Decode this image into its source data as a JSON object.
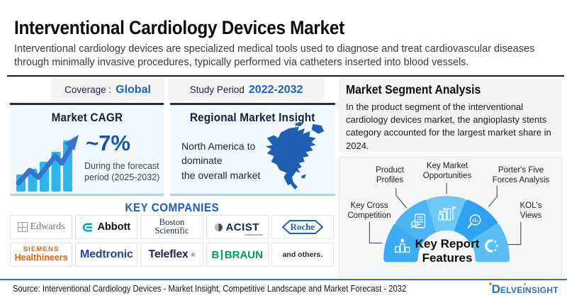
{
  "header": {
    "title": "Interventional Cardiology Devices Market",
    "subtitle": "Interventional cardiology devices are specialized medical tools used to diagnose and treat cardiovascular diseases through minimally invasive procedures, typically performed via catheters inserted into blood vessels."
  },
  "meta": {
    "coverage_label": "Coverage :",
    "coverage_value": "Global",
    "study_label": "Study Period",
    "study_value": "2022-2032"
  },
  "cagr": {
    "heading": "Market CAGR",
    "value": "~7%",
    "note": "During the forecast\nperiod (2025-2032)"
  },
  "regional": {
    "heading": "Regional Market Insight",
    "text": "North America to\ndominate\nthe overall market"
  },
  "companies": {
    "heading": "KEY COMPANIES",
    "items": [
      {
        "id": "edwards",
        "text": "Edwards"
      },
      {
        "id": "abbott",
        "text": "Abbott"
      },
      {
        "id": "boston-scientific",
        "line1": "Boston",
        "line2": "Scientific"
      },
      {
        "id": "acist",
        "text": "ACIST"
      },
      {
        "id": "roche",
        "text": "Roche"
      },
      {
        "id": "siemens-healthineers",
        "line1": "SIEMENS",
        "line2": "Healthineers"
      },
      {
        "id": "medtronic",
        "text": "Medtronic"
      },
      {
        "id": "teleflex",
        "text": "Teleflex",
        "reg": "®"
      },
      {
        "id": "b-braun",
        "line1": "B",
        "line2": "BRAUN"
      },
      {
        "id": "others",
        "text": "and others."
      }
    ]
  },
  "segment": {
    "heading": "Market Segment Analysis",
    "text": "In the product segment of the interventional cardiology devices market, the angioplasty stents category accounted for the largest market share in 2024."
  },
  "features": {
    "center_line1": "Key Report",
    "center_line2": "Features",
    "labels": [
      {
        "line1": "Key Cross",
        "line2": "Competition"
      },
      {
        "line1": "Product",
        "line2": "Profiles"
      },
      {
        "line1": "Key Market",
        "line2": "Opportunities"
      },
      {
        "line1": "Porter's Five",
        "line2": "Forces Analysis"
      },
      {
        "line1": "KOL's",
        "line2": "Views"
      }
    ]
  },
  "footer": {
    "source": "Source: Interventional Cardiology Devices - Market Insight, Competitive Landscape and Market Forecast - 2032",
    "brand_d": "D",
    "brand_mid": "ELVE",
    "brand_i": "I",
    "brand_end": "NSIGHT"
  },
  "colors": {
    "accent_blue": "#1e63c4",
    "value_blue": "#1857a8",
    "panel_bg": "#f2f9fe",
    "panel_border_top": "#1f2c50",
    "panel_border_bottom": "#a9d6f2",
    "map_blue": "#1e5fb0",
    "fan_segments": [
      "#3dabf1",
      "#4bb4f3",
      "#6fc7f7",
      "#2ea2ee",
      "#5abdf4"
    ],
    "bottom_rule": "#2f72c4",
    "gray_box": "#f3f3f3"
  },
  "icons": {
    "cagr": "bar-chart-growth-icon",
    "regional": "north-america-map-icon",
    "feature_icons": [
      "podium-icon",
      "document-magnifier-icon",
      "growth-person-icon",
      "magnifier-chart-icon",
      "magnet-icon"
    ]
  }
}
